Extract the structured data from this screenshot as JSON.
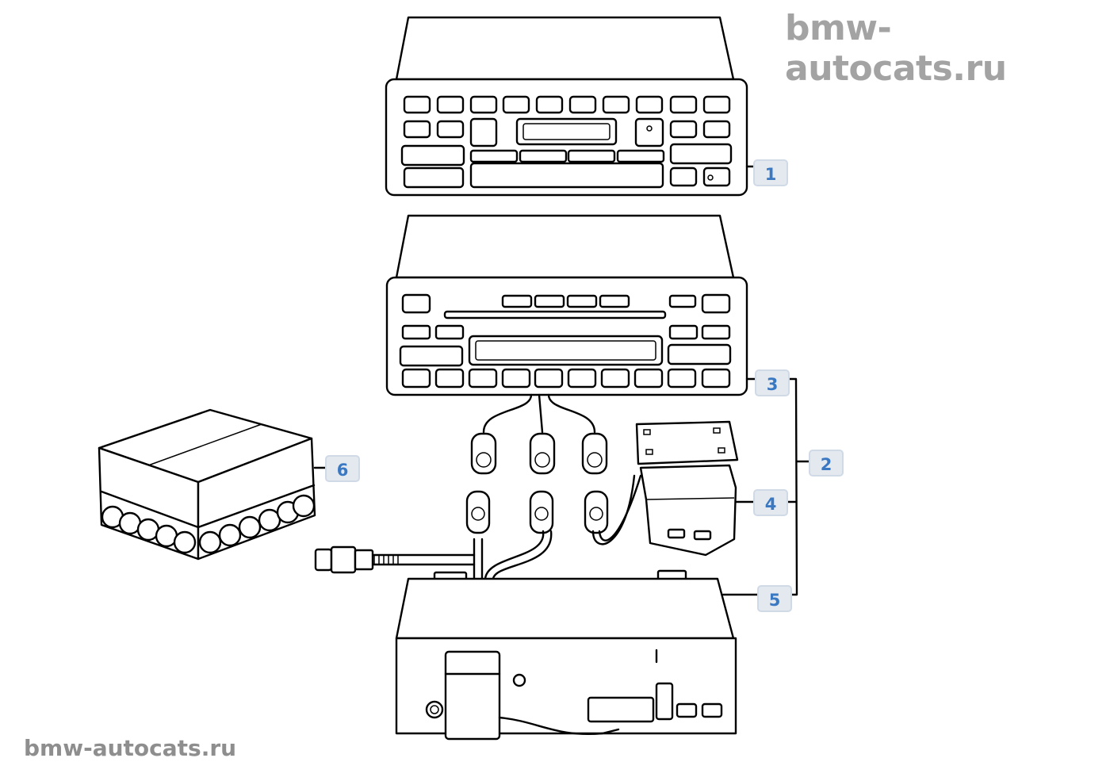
{
  "watermarks": {
    "top": "bmw-autocats.ru",
    "bottom": "bmw-autocats.ru"
  },
  "callouts": [
    {
      "id": "1",
      "label": "1",
      "part": "radio-cassette-unit"
    },
    {
      "id": "2",
      "label": "2",
      "part": "cd-radio-set"
    },
    {
      "id": "3",
      "label": "3",
      "part": "cd-radio-unit"
    },
    {
      "id": "4",
      "label": "4",
      "part": "mounting-bracket"
    },
    {
      "id": "5",
      "label": "5",
      "part": "amplifier-module"
    },
    {
      "id": "6",
      "label": "6",
      "part": "cd-changer-magazine"
    }
  ],
  "colors": {
    "callout_text": "#3a78c2",
    "callout_bg": "#e4e9f0",
    "watermark": "#a3a3a3"
  }
}
